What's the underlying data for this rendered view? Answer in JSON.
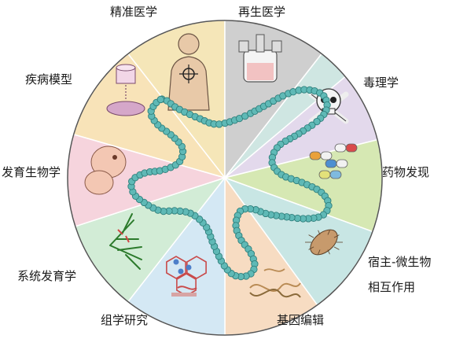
{
  "labels": {
    "precision_medicine": "精准医学",
    "regenerative_medicine": "再生医学",
    "disease_model": "疾病模型",
    "toxicology": "毒理学",
    "developmental_biology": "发育生物学",
    "drug_discovery": "药物发现",
    "phylogenetics": "系统发育学",
    "host_microbe_line1": "宿主-微生物",
    "host_microbe_line2": "相互作用",
    "histology": "组学研究",
    "gene_editing": "基因编辑"
  },
  "colors": {
    "precision_medicine": "#f5e6b8",
    "regenerative_medicine": "#cfcfcf",
    "toxicology": "#e3d9ec",
    "drug_discovery": "#d6e8b3",
    "host_microbe": "#c8e6e4",
    "gene_editing": "#f7dcc2",
    "histology": "#d4e8f4",
    "phylogenetics": "#d2ecd6",
    "developmental_biology": "#f6d4dd",
    "disease_model": "#f8e3b8",
    "extra_top": "#cfe6e2",
    "bead": "#5fb9b6",
    "bead_outline": "#2f7f7c"
  },
  "icons": [
    "human-target-icon",
    "bioreactor-icon",
    "skull-crossbones-icon",
    "capsules-icon",
    "microbe-icon",
    "dna-strand-icon",
    "molecule-hex-icon",
    "phylogenetic-tree-icon",
    "embryo-icon",
    "petri-dish-icon"
  ]
}
